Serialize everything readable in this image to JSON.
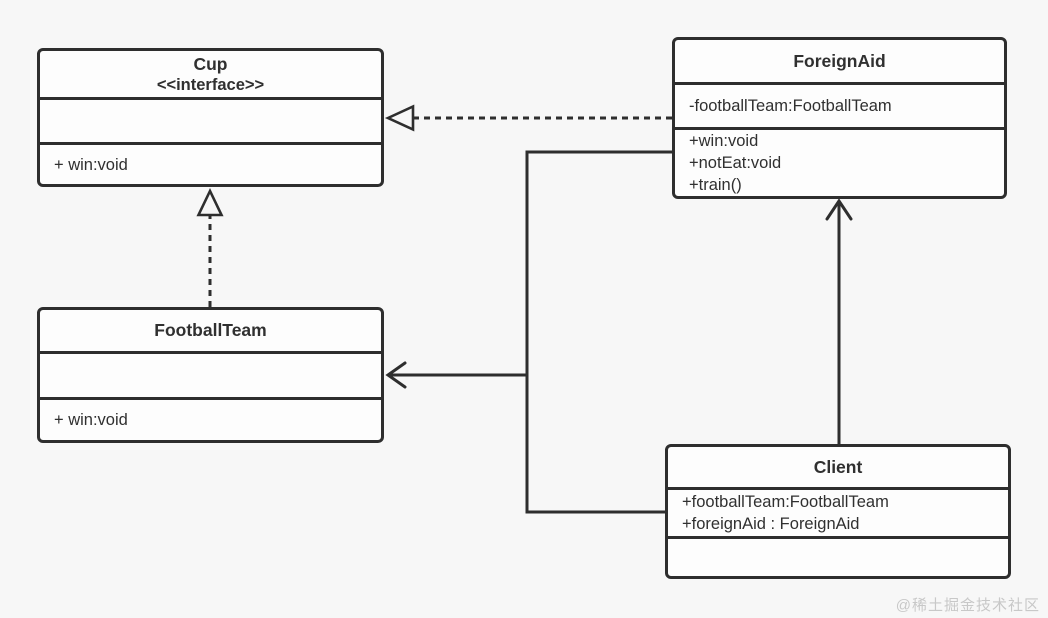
{
  "page": {
    "watermark": "@稀土掘金技术社区"
  },
  "colors": {
    "line": "#2e2e2e",
    "background": "#f7f7f7",
    "box_fill": "#fdfdfd",
    "text": "#303030",
    "watermark": "#c8c8c8"
  },
  "classes": {
    "cup": {
      "title": "Cup",
      "stereotype": "<<interface>>",
      "attributes": [],
      "methods": [
        "+ win:void"
      ]
    },
    "foreign_aid": {
      "title": "ForeignAid",
      "attributes": [
        "-footballTeam:FootballTeam"
      ],
      "methods": [
        "+win:void",
        "+notEat:void",
        "+train()"
      ]
    },
    "football_team": {
      "title": "FootballTeam",
      "attributes": [],
      "methods": [
        "+ win:void"
      ]
    },
    "client": {
      "title": "Client",
      "attributes": [
        "+footballTeam:FootballTeam",
        "+foreignAid : ForeignAid"
      ],
      "methods": []
    }
  },
  "relationships": [
    {
      "from": "ForeignAid",
      "to": "Cup",
      "type": "realization",
      "line": "dashed",
      "arrowhead": "hollow-triangle"
    },
    {
      "from": "FootballTeam",
      "to": "Cup",
      "type": "realization",
      "line": "dashed",
      "arrowhead": "hollow-triangle"
    },
    {
      "from": "ForeignAid",
      "to": "FootballTeam",
      "type": "association",
      "line": "solid",
      "arrowhead": "open"
    },
    {
      "from": "Client",
      "to": "FootballTeam",
      "type": "association",
      "line": "solid",
      "arrowhead": "open"
    },
    {
      "from": "Client",
      "to": "ForeignAid",
      "type": "association",
      "line": "solid",
      "arrowhead": "open"
    }
  ]
}
